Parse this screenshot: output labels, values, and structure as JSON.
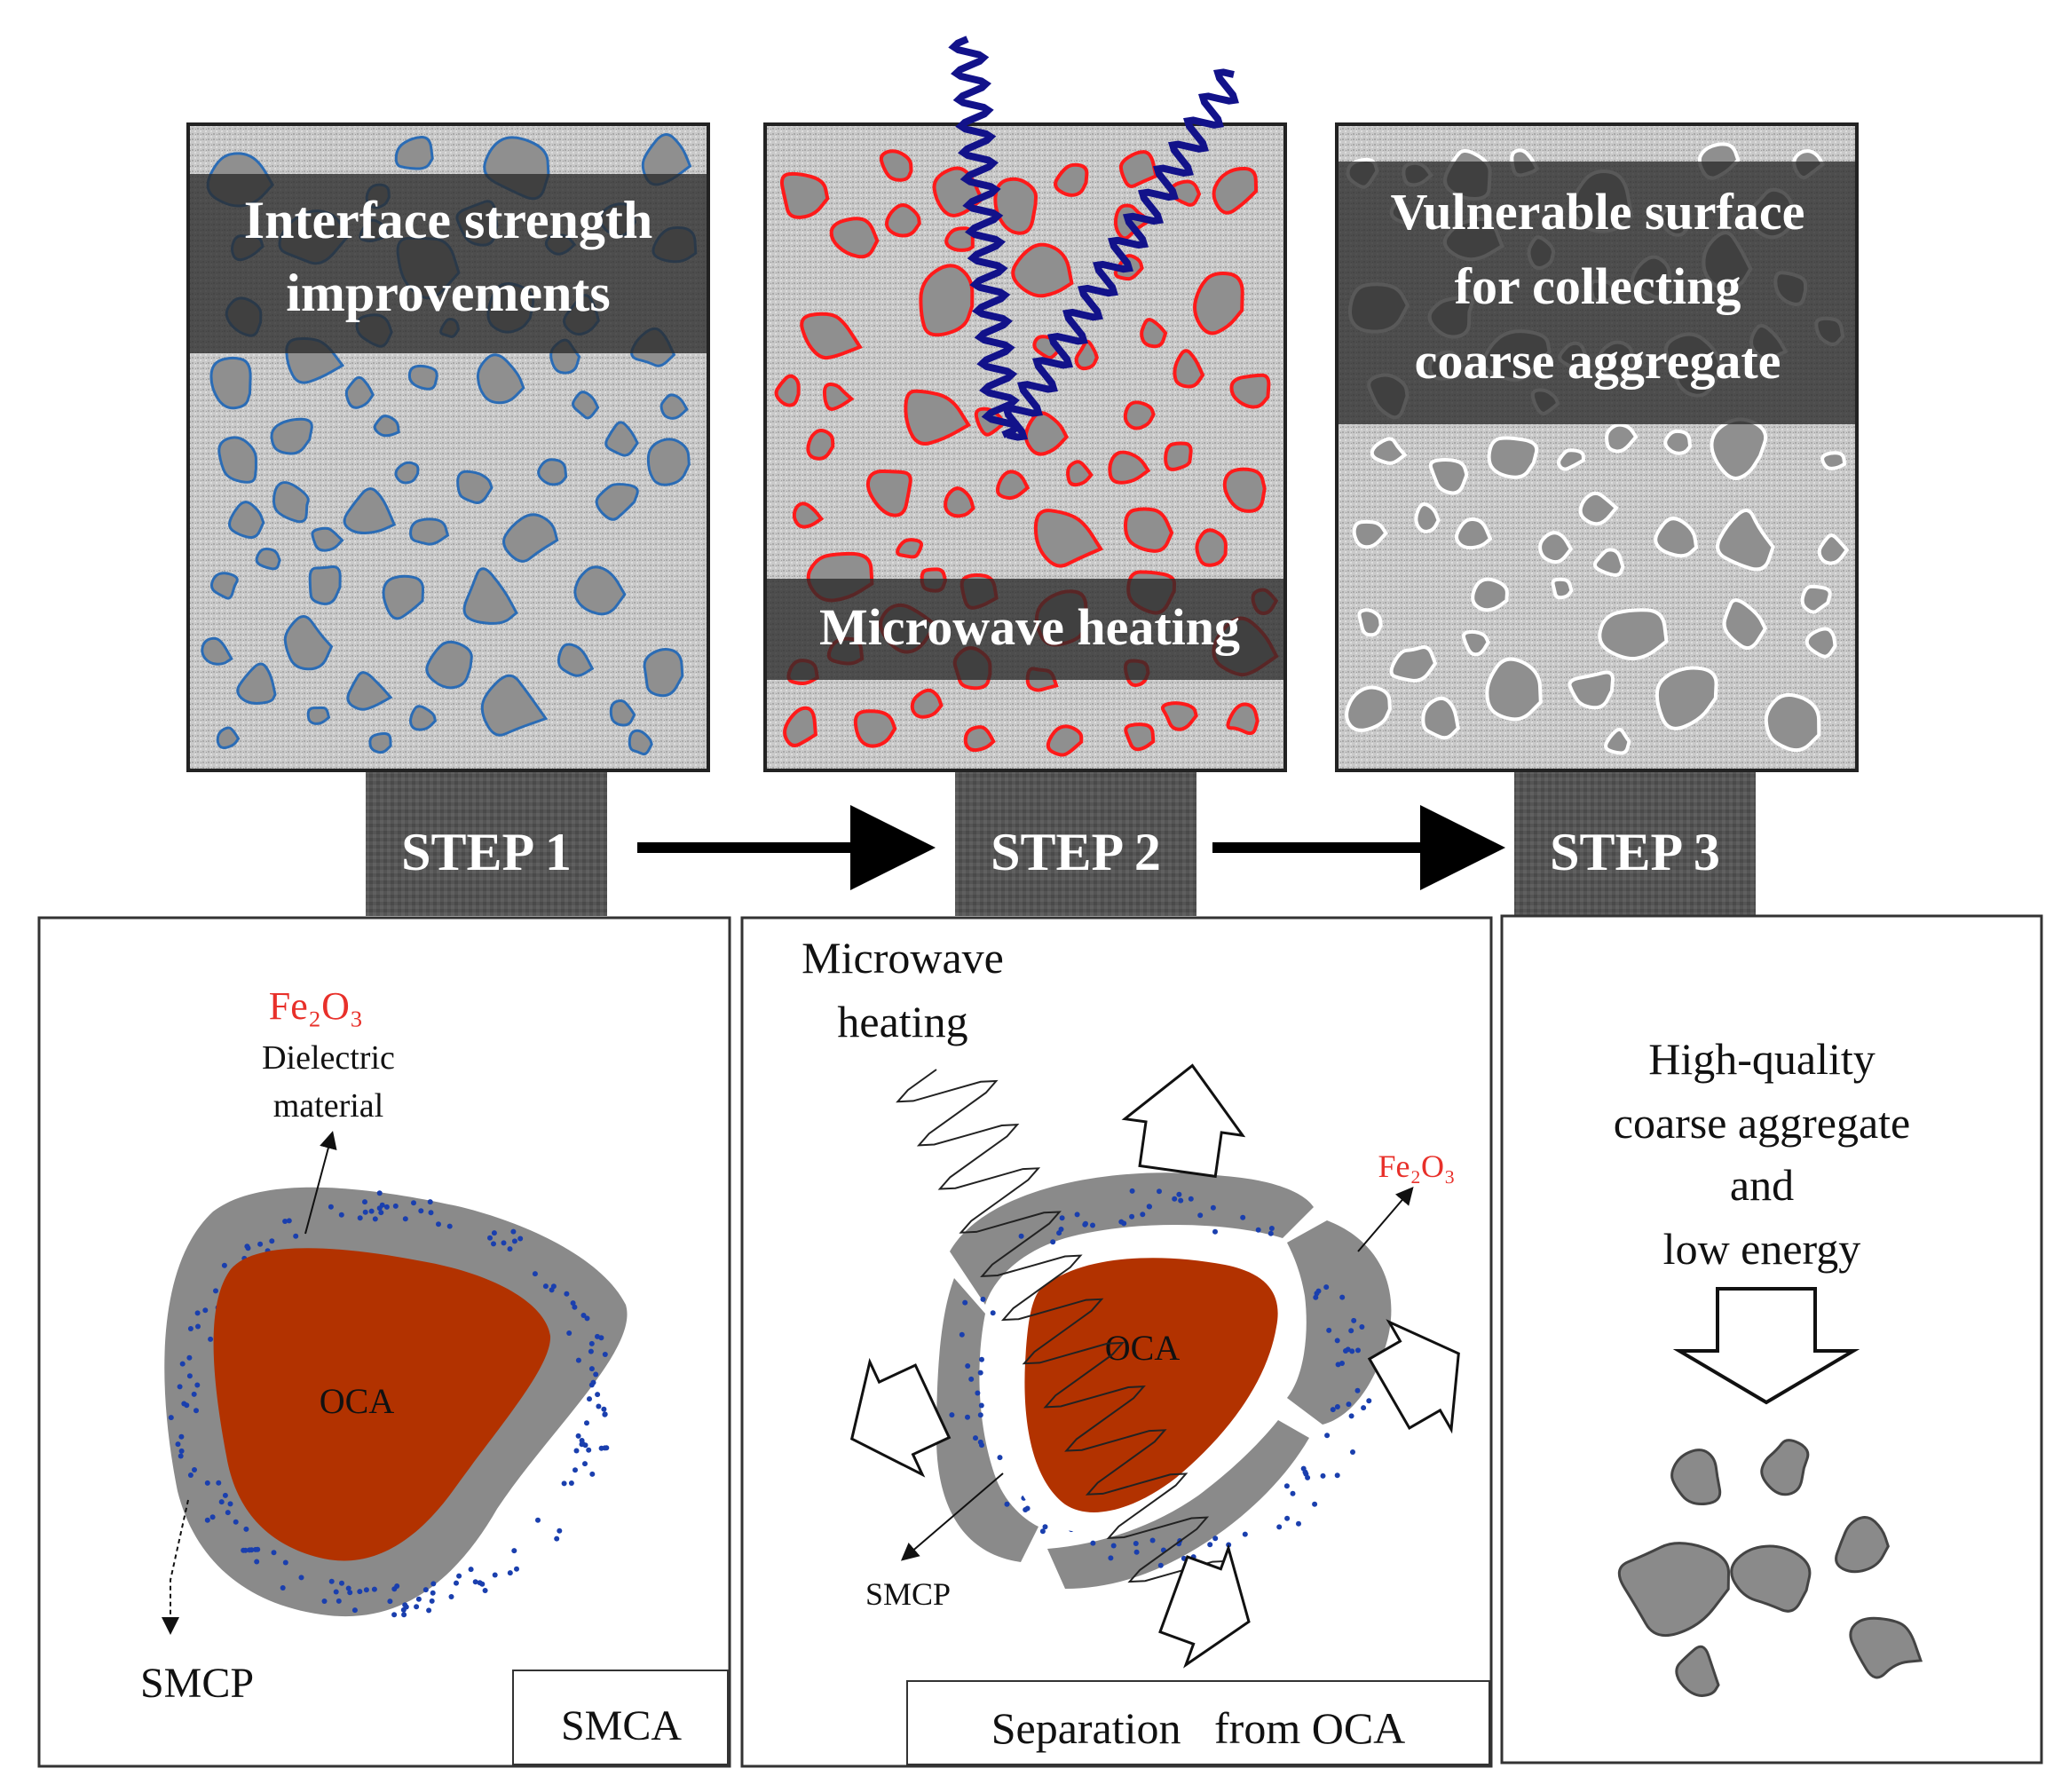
{
  "top_panels": {
    "step1_banner": [
      "Interface strength",
      "improvements"
    ],
    "step2_banner": [
      "Microwave heating"
    ],
    "step3_banner": [
      "Vulnerable surface",
      "for collecting",
      "coarse aggregate"
    ]
  },
  "steps": [
    "STEP 1",
    "STEP 2",
    "STEP 3"
  ],
  "panel1": {
    "fe2o3": "Fe₂O₃",
    "dielectric": [
      "Dielectric",
      "material"
    ],
    "oca": "OCA",
    "smcp": "SMCP",
    "caption": "SMCA"
  },
  "panel2": {
    "microwave": [
      "Microwave",
      "heating"
    ],
    "fe2o3": "Fe₂O₃",
    "oca": "OCA",
    "smcp": "SMCP",
    "caption": "Separation   from OCA"
  },
  "panel3": {
    "text": [
      "High-quality",
      "coarse aggregate",
      "and",
      "low energy"
    ]
  },
  "colors": {
    "step1_outline": "#2b6cb5",
    "step2_outline": "#ff1a1a",
    "step3_outline": "#ffffff",
    "oca_fill": "#b23200",
    "mortar_fill": "#8a8a8a",
    "dots": "#1a3fae",
    "wave": "#12128a",
    "fe2o3_text": "#e8302a"
  }
}
